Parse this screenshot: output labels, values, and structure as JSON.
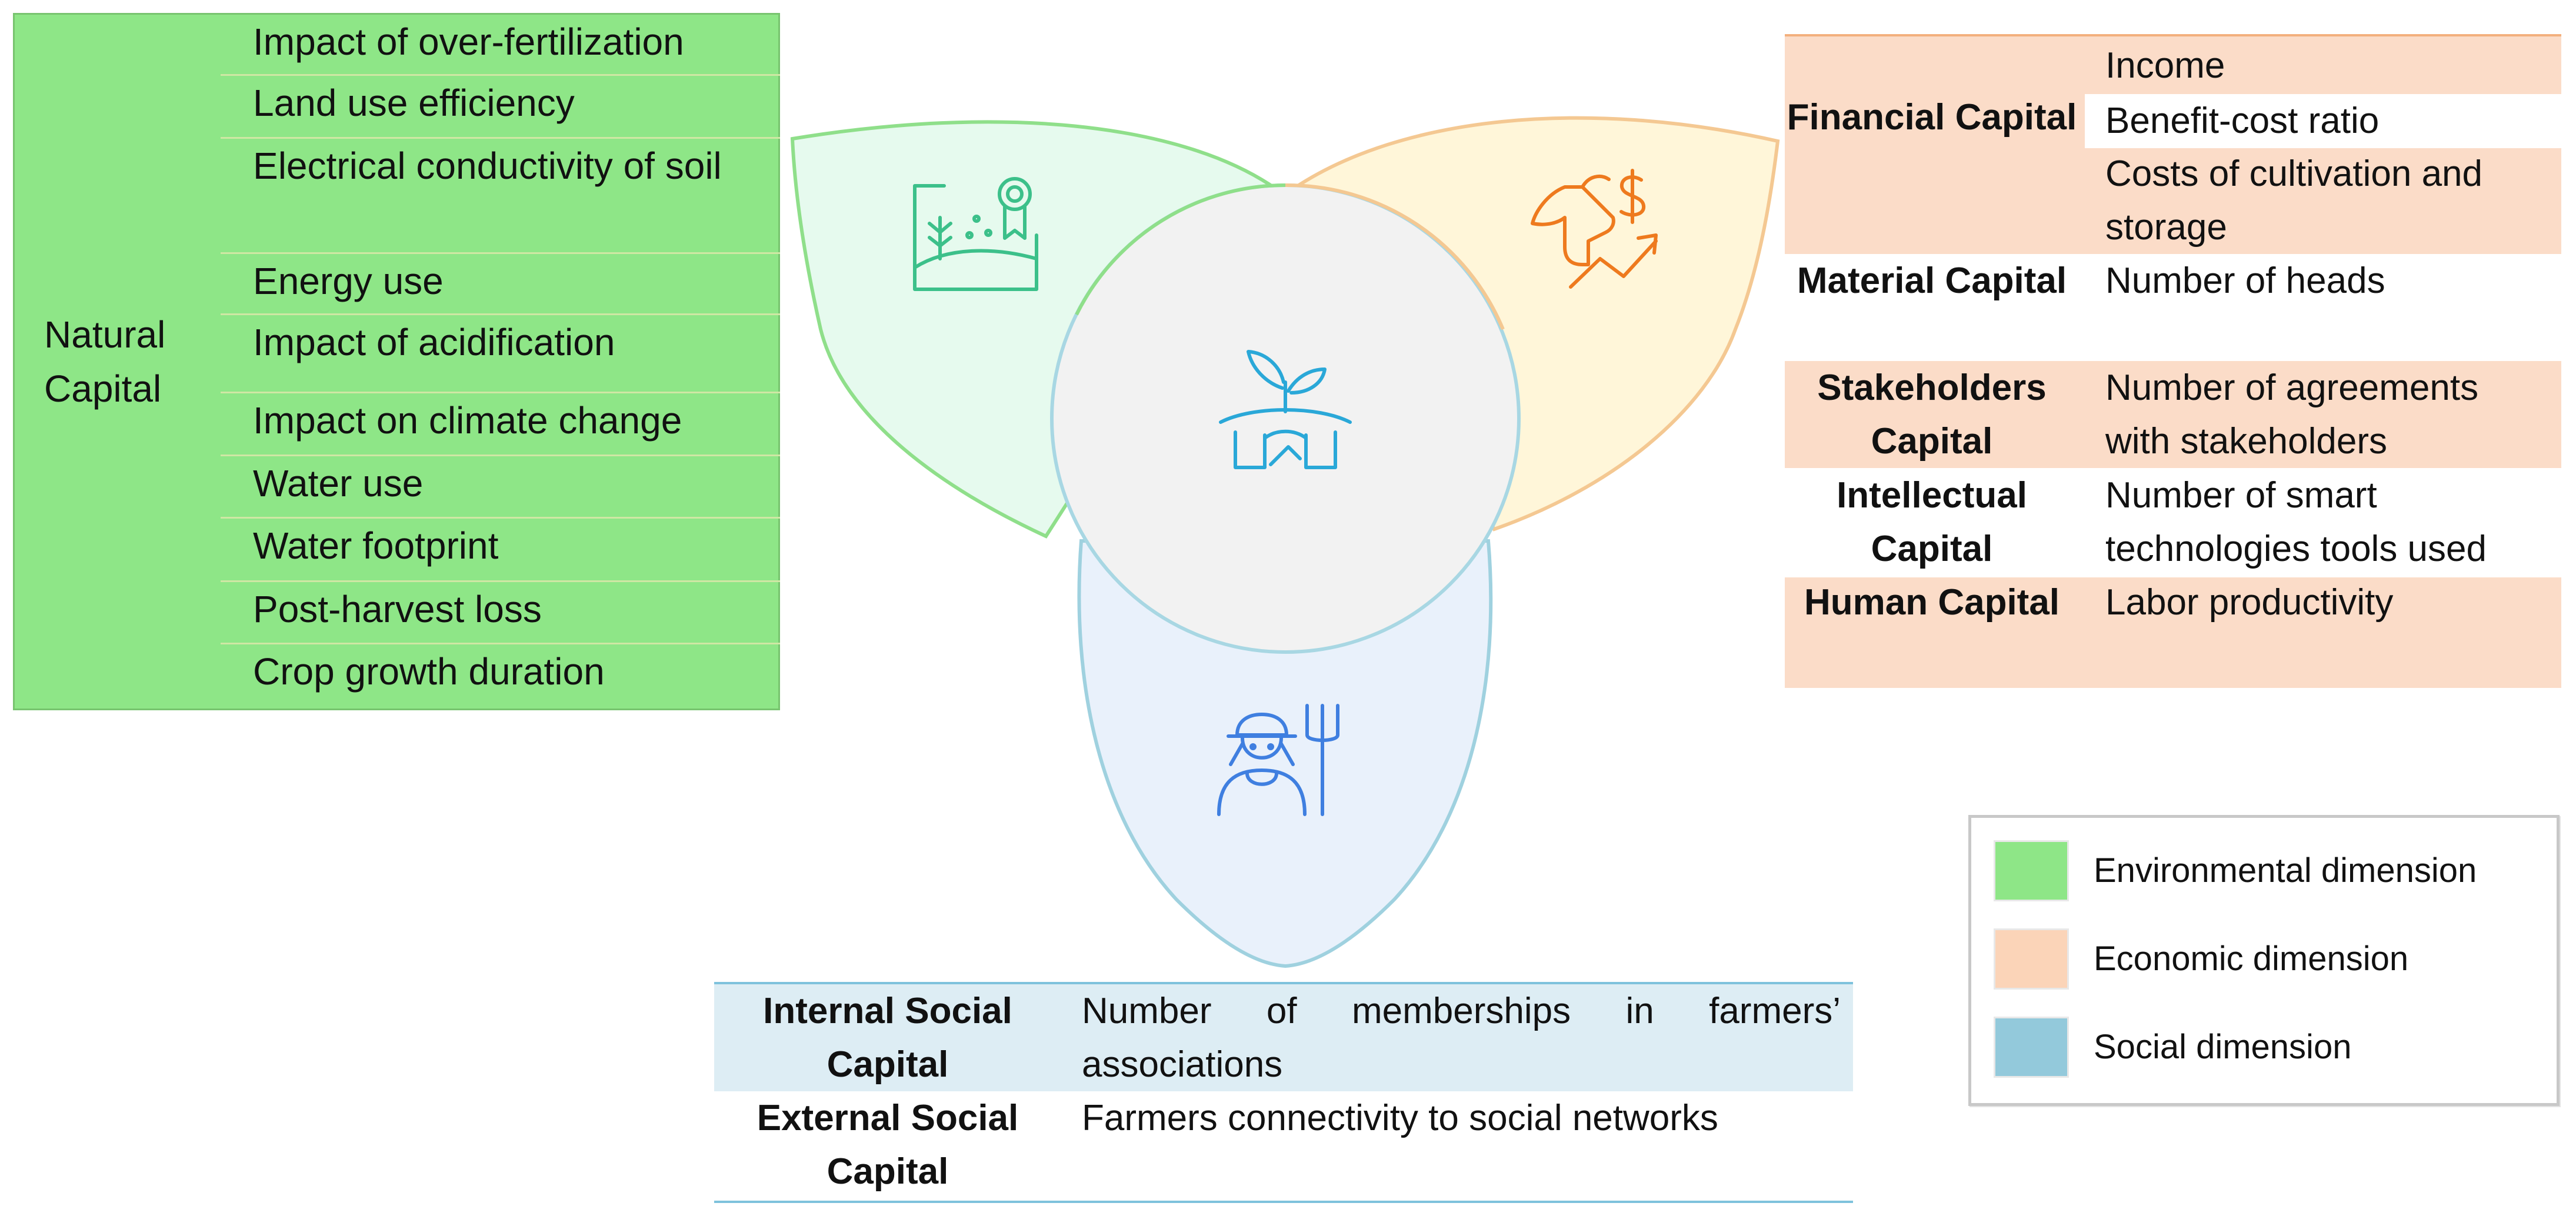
{
  "natural": {
    "label": "Natural Capital",
    "items": [
      "Impact of over-fertilization",
      "Land use efficiency",
      "Electrical conductivity of soil",
      "Energy use",
      "Impact of acidification",
      "Impact on climate change",
      "Water use",
      "Water footprint",
      "Post-harvest loss",
      "Crop growth duration"
    ]
  },
  "economic": {
    "financial_label": "Financial Capital",
    "financial_items": [
      "Income",
      "Benefit-cost ratio",
      "Costs of cultivation and storage"
    ],
    "material_label": "Material Capital",
    "material_item": "Number of heads",
    "stakeholders_label": "Stakeholders Capital",
    "stakeholders_item": "Number of agreements with stakeholders",
    "intellectual_label": "Intellectual Capital",
    "intellectual_item": "Number of smart technologies tools used",
    "human_label": "Human Capital",
    "human_item": "Labor productivity"
  },
  "social": {
    "internal_label": "Internal Social Capital",
    "internal_item": "Number of memberships in farmers’ associations",
    "external_label": "External Social Capital",
    "external_item": "Farmers connectivity to social networks"
  },
  "legend": {
    "environmental": "Environmental dimension",
    "economic": "Economic dimension",
    "social": "Social dimension"
  },
  "icons": {
    "environmental": "certificate-landscape-icon",
    "economic": "cow-head-dollar-growth-icon",
    "center": "handshake-sprout-icon",
    "social": "farmer-pitchfork-icon"
  },
  "colors": {
    "environmental": "#8ee687",
    "economic": "#fbdcc8",
    "social": "#ddedf4",
    "env_icon": "#3cc08a",
    "econ_icon": "#ee7a1e",
    "center_icon": "#2aa8d8",
    "social_icon": "#3f7fe0"
  }
}
